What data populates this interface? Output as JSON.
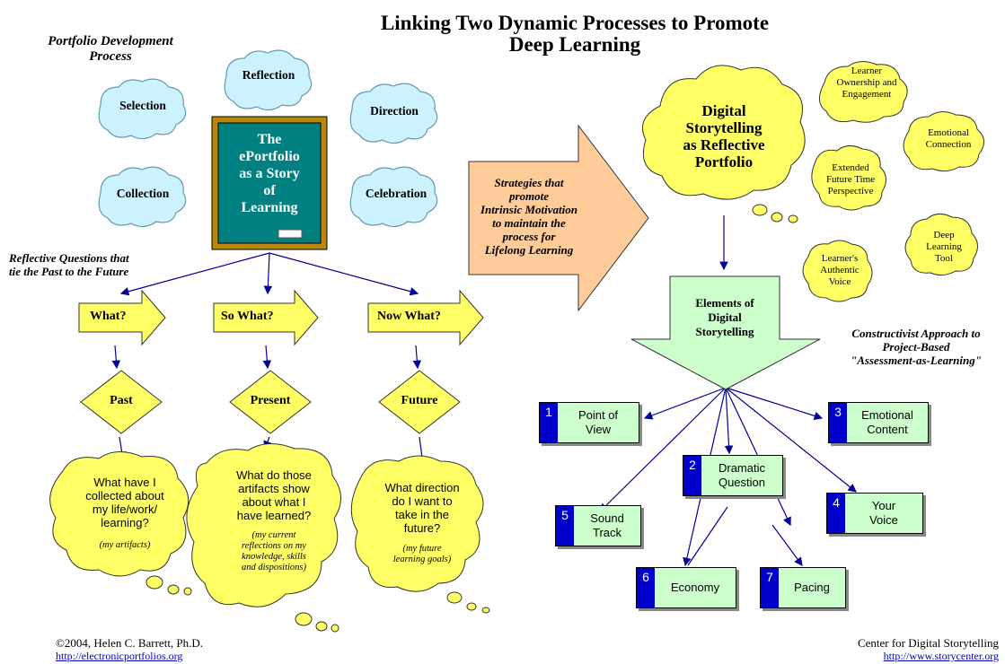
{
  "title_line1": "Linking Two Dynamic Processes to Promote",
  "title_line2": "Deep Learning",
  "left_heading_line1": "Portfolio Development",
  "left_heading_line2": "Process",
  "clouds_left": [
    "Reflection",
    "Selection",
    "Direction",
    "Collection",
    "Celebration"
  ],
  "chalkboard": [
    "The",
    "ePortfolio",
    "as a Story",
    "of",
    "Learning"
  ],
  "reflective_questions_line1": "Reflective Questions that",
  "reflective_questions_line2": "tie the Past to the Future",
  "arrows": [
    "What?",
    "So What?",
    "Now What?"
  ],
  "diamonds": [
    "Past",
    "Present",
    "Future"
  ],
  "thoughts": [
    {
      "lines": [
        "What have I",
        "collected about",
        "my life/work/",
        "learning?"
      ],
      "sub": [
        "(my artifacts)"
      ]
    },
    {
      "lines": [
        "What do those",
        "artifacts show",
        "about what I",
        "have learned?"
      ],
      "sub": [
        "(my current",
        "reflections on my",
        "knowledge, skills",
        "and dispositions)"
      ]
    },
    {
      "lines": [
        "What direction",
        "do I want to",
        "take in the",
        "future?"
      ],
      "sub": [
        "(my future",
        "learning goals)"
      ]
    }
  ],
  "big_arrow": [
    "Strategies that",
    "promote",
    "Intrinsic Motivation",
    "to maintain the",
    "process for",
    "Lifelong Learning"
  ],
  "digital_cloud": [
    "Digital",
    "Storytelling",
    "as Reflective",
    "Portfolio"
  ],
  "small_clouds": [
    [
      "Learner",
      "Ownership and",
      "Engagement"
    ],
    [
      "Emotional",
      "Connection"
    ],
    [
      "Extended",
      "Future Time",
      "Perspective"
    ],
    [
      "Deep",
      "Learning",
      "Tool"
    ],
    [
      "Learner's",
      "Authentic",
      "Voice"
    ]
  ],
  "elements_arrow": [
    "Elements of",
    "Digital",
    "Storytelling"
  ],
  "constructivist_line1": "Constructivist Approach to",
  "constructivist_line2": "Project-Based",
  "constructivist_line3": "\"Assessment-as-Learning\"",
  "boxes": [
    {
      "num": "1",
      "lines": [
        "Point of",
        "View"
      ]
    },
    {
      "num": "3",
      "lines": [
        "Emotional",
        "Content"
      ]
    },
    {
      "num": "2",
      "lines": [
        "Dramatic",
        "Question"
      ]
    },
    {
      "num": "5",
      "lines": [
        "Sound",
        "Track"
      ]
    },
    {
      "num": "4",
      "lines": [
        "Your",
        "Voice"
      ]
    },
    {
      "num": "6",
      "lines": [
        "Economy"
      ]
    },
    {
      "num": "7",
      "lines": [
        "Pacing"
      ]
    }
  ],
  "footer_left": "©2004, Helen C. Barrett, Ph.D.",
  "footer_left_link": "http://electronicportfolios.org",
  "footer_right": "Center for Digital Storytelling",
  "footer_right_link": "http://www.storycenter.org",
  "colors": {
    "cloud_blue": "#ccf2ff",
    "cloud_yellow": "#ffff66",
    "chalkboard": "#008080",
    "arrow_salmon": "#ffcc99",
    "box_green": "#ccffcc",
    "box_num": "#0000cc",
    "line": "#000099"
  }
}
